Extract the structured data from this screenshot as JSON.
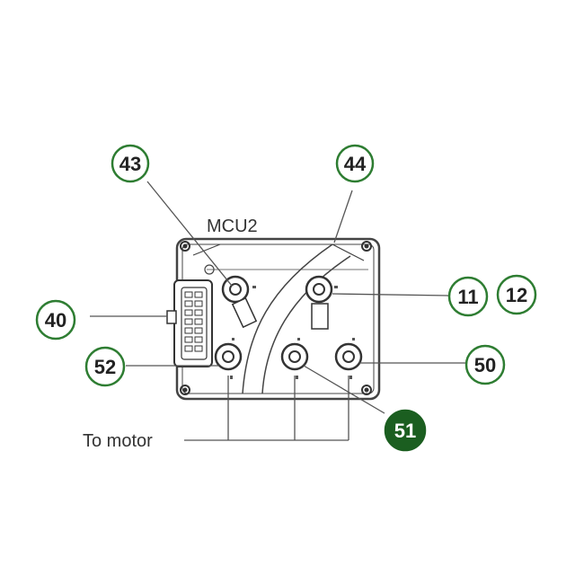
{
  "diagram": {
    "unit_label": "MCU2",
    "motor_label": "To motor",
    "callouts": [
      {
        "id": "43",
        "label": "43",
        "filled": false
      },
      {
        "id": "44",
        "label": "44",
        "filled": false
      },
      {
        "id": "11",
        "label": "11",
        "filled": false
      },
      {
        "id": "12",
        "label": "12",
        "filled": false
      },
      {
        "id": "40",
        "label": "40",
        "filled": false
      },
      {
        "id": "52",
        "label": "52",
        "filled": false
      },
      {
        "id": "50",
        "label": "50",
        "filled": false
      },
      {
        "id": "51",
        "label": "51",
        "filled": true
      }
    ],
    "colors": {
      "callout_ring": "#2e7d32",
      "callout_fill": "#1b5e20",
      "line": "#444444"
    }
  }
}
